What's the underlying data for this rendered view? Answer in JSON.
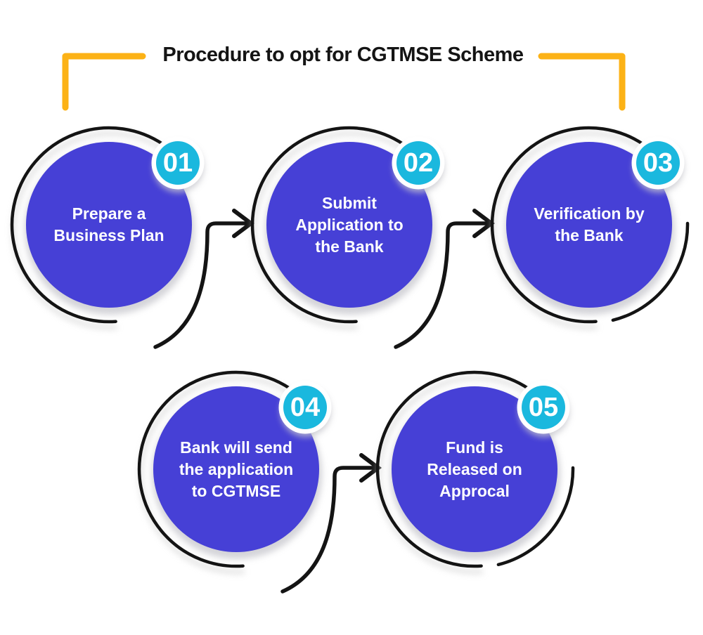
{
  "title": "Procedure to opt for CGTMSE Scheme",
  "colors": {
    "circle": "#4640D6",
    "badge": "#1AB8DE",
    "bracket": "#FCB216",
    "stroke": "#141414",
    "title": "#141414",
    "text": "#ffffff"
  },
  "steps": [
    {
      "number": "01",
      "label": "Prepare a\nBusiness Plan"
    },
    {
      "number": "02",
      "label": "Submit\nApplication to\nthe Bank"
    },
    {
      "number": "03",
      "label": "Verification by\nthe Bank"
    },
    {
      "number": "04",
      "label": "Bank will send\nthe application\nto CGTMSE"
    },
    {
      "number": "05",
      "label": "Fund is\nReleased on\nApprocal"
    }
  ]
}
